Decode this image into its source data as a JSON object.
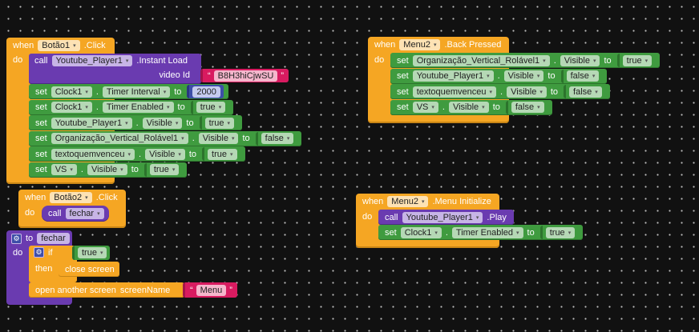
{
  "kw": {
    "when": "when",
    "do": "do",
    "call": "call",
    "set": "set",
    "to": "to",
    "dot": ".",
    "then": "then",
    "if": "if"
  },
  "b1": {
    "component": "Botão1",
    "event": ".Click",
    "call": {
      "component": "Youtube_Player1",
      "method": ".Instant Load",
      "arg_label": "video Id",
      "arg_value": "B8H3hiCjwSU",
      "q1": "“",
      "q2": "”"
    },
    "sets": [
      {
        "component": "Clock1",
        "prop": "Timer Interval",
        "value": "2000"
      },
      {
        "component": "Clock1",
        "prop": "Timer Enabled",
        "value": "true"
      },
      {
        "component": "Youtube_Player1",
        "prop": "Visible",
        "value": "true"
      },
      {
        "component": "Organização_Vertical_Rolável1",
        "prop": "Visible",
        "value": "false"
      },
      {
        "component": "textoquemvenceu",
        "prop": "Visible",
        "value": "true"
      },
      {
        "component": "VS",
        "prop": "Visible",
        "value": "true"
      }
    ]
  },
  "b2": {
    "component": "Botão2",
    "event": ".Click",
    "call_proc": "fechar"
  },
  "b3": {
    "proc_name": "fechar",
    "if_value": "true",
    "then_action": "close screen",
    "open_label": "open another screen",
    "arg_label": "screenName",
    "arg_value": "Menu",
    "q1": "“",
    "q2": "”"
  },
  "b4": {
    "component": "Menu2",
    "event": ".Back Pressed",
    "sets": [
      {
        "component": "Organização_Vertical_Rolável1",
        "prop": "Visible",
        "value": "true"
      },
      {
        "component": "Youtube_Player1",
        "prop": "Visible",
        "value": "false"
      },
      {
        "component": "textoquemvenceu",
        "prop": "Visible",
        "value": "false"
      },
      {
        "component": "VS",
        "prop": "Visible",
        "value": "false"
      }
    ]
  },
  "b5": {
    "component": "Menu2",
    "event": ".Menu Initialize",
    "call": {
      "component": "Youtube_Player1",
      "method": ".Play"
    },
    "sets": [
      {
        "component": "Clock1",
        "prop": "Timer Enabled",
        "value": "true"
      }
    ]
  },
  "dropdown_arrow": "▾",
  "colors": {
    "event": "#f5a623",
    "set": "#3f9b3f",
    "call": "#6a3bb0",
    "text": "#d81b60",
    "number": "#3e4ea8"
  }
}
